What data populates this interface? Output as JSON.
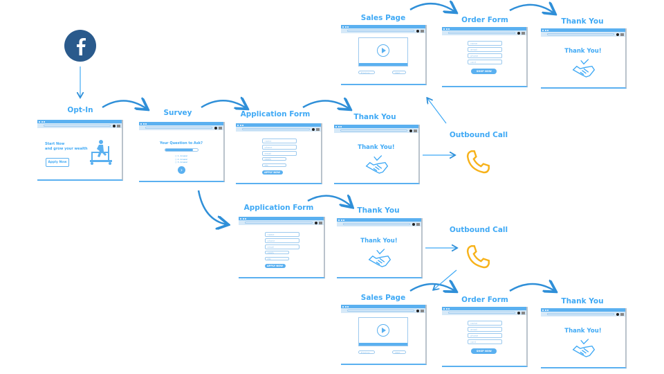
{
  "colors": {
    "primary": "#3fa9f5",
    "window_bar": "#5ab0f0",
    "phone": "#f7b21a",
    "facebook": "#2a5a8c"
  },
  "source": {
    "icon": "facebook-icon"
  },
  "steps": {
    "optin": {
      "label": "Opt-In",
      "headline_1": "Start Now",
      "headline_2": "and grow your wealth",
      "button": "Apply Now"
    },
    "survey": {
      "label": "Survey",
      "question": "Your Question to Ask?",
      "answers": [
        "1. Answer",
        "2. Answer",
        "3. Answer"
      ],
      "progress": 0.85
    },
    "application_form": {
      "label": "Application Form",
      "fields": [
        "name",
        "phone",
        "email",
        "goals",
        "etc"
      ],
      "button": "APPLY NOW"
    },
    "thank_you": {
      "label": "Thank You",
      "message": "Thank You!"
    },
    "outbound_call": {
      "label": "Outbound Call",
      "icon": "phone-icon"
    },
    "sales_page": {
      "label": "Sales Page",
      "prev": "Previous",
      "next": "Next"
    },
    "order_form": {
      "label": "Order Form",
      "fields": [
        "name",
        "email",
        "phone",
        "card"
      ],
      "button": "SHOP NOW"
    }
  }
}
